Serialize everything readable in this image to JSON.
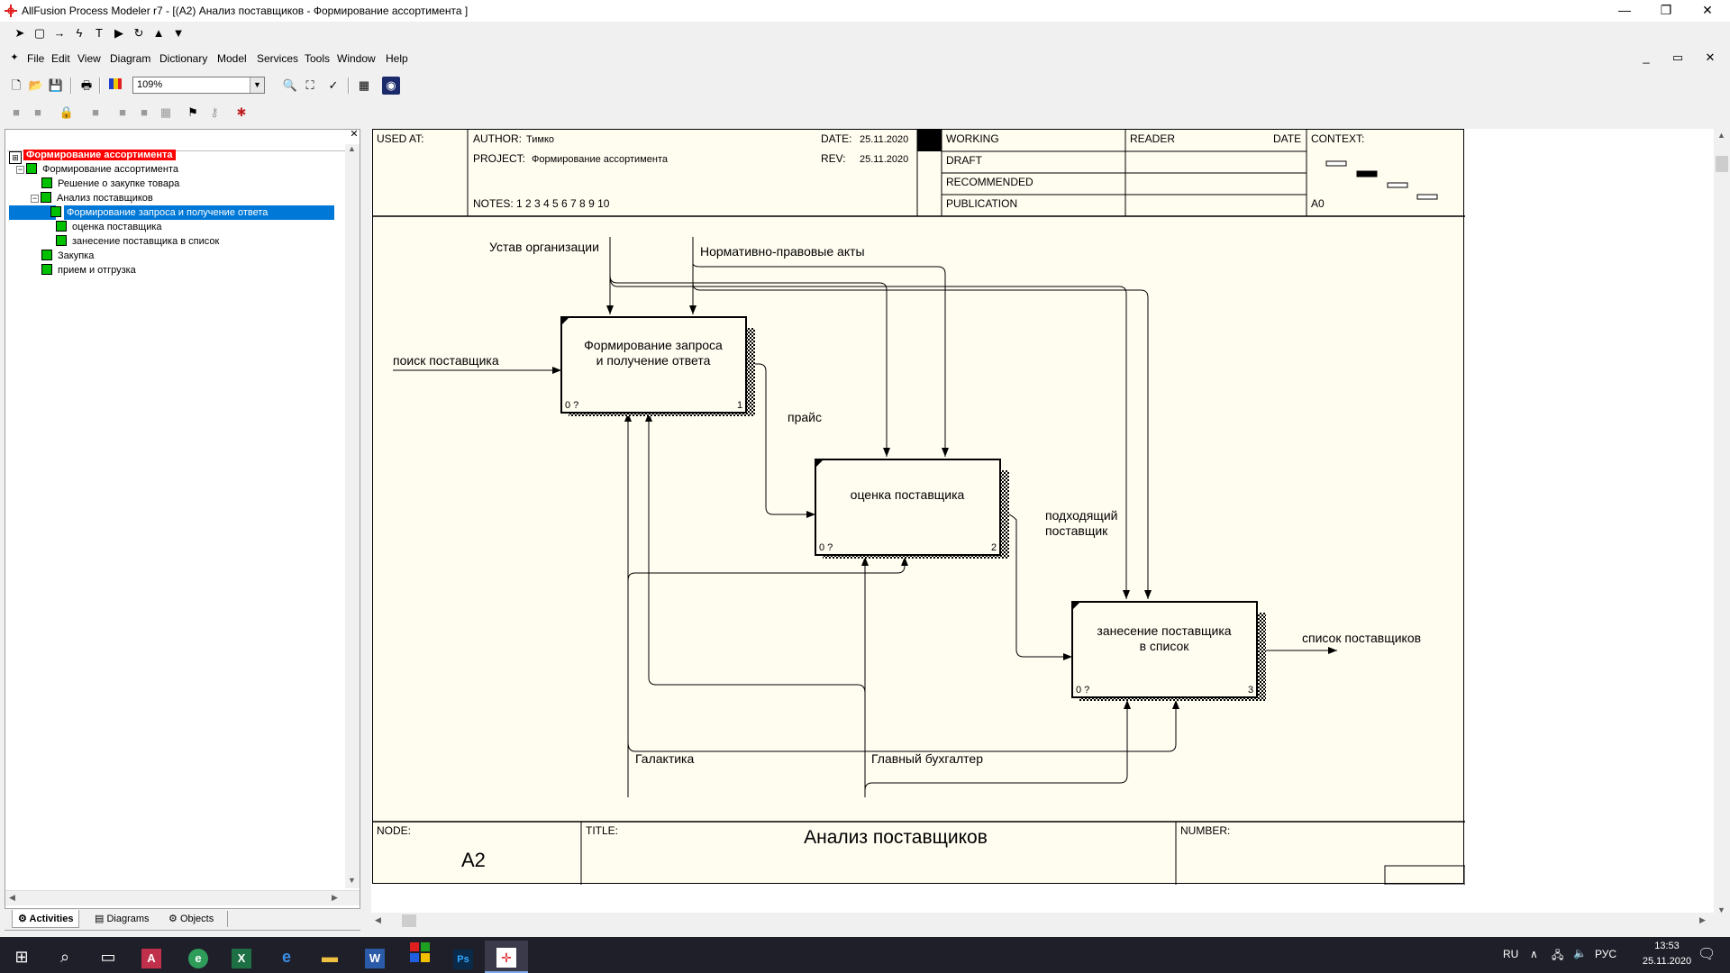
{
  "window": {
    "title": "AllFusion Process Modeler r7 - [(A2) Анализ поставщиков  - Формирование ассортимента ]",
    "minimize": "—",
    "restore": "❐",
    "close": "✕"
  },
  "menu": {
    "items": [
      {
        "label": "File"
      },
      {
        "label": "Edit"
      },
      {
        "label": "View"
      },
      {
        "label": "Diagram"
      },
      {
        "label": "Dictionary"
      },
      {
        "label": "Model"
      },
      {
        "label": "Services"
      },
      {
        "label": "Tools"
      },
      {
        "label": "Window"
      },
      {
        "label": "Help"
      }
    ],
    "mdi_min": "_",
    "mdi_restore": "▭",
    "mdi_close": "✕"
  },
  "toolbar": {
    "zoom": "109%"
  },
  "tree": {
    "root": "Формирование ассортимента",
    "items": [
      {
        "label": "Формирование ассортимента"
      },
      {
        "label": "Решение о закупке товара"
      },
      {
        "label": "Анализ поставщиков"
      },
      {
        "label": "Формирование запроса и получение ответа"
      },
      {
        "label": "оценка поставщика"
      },
      {
        "label": "занесение поставщика  в список"
      },
      {
        "label": "Закупка"
      },
      {
        "label": "прием и отгрузка"
      }
    ]
  },
  "panel_tabs": [
    {
      "label": "Activities"
    },
    {
      "label": "Diagrams"
    },
    {
      "label": "Objects"
    }
  ],
  "header": {
    "used_at": "USED AT:",
    "author_label": "AUTHOR:",
    "author": "Тимко",
    "project_label": "PROJECT:",
    "project": "Формирование ассортимента",
    "date_label": "DATE:",
    "date": "25.11.2020",
    "rev_label": "REV:",
    "rev": "25.11.2020",
    "notes": "NOTES:  1  2  3  4  5  6  7  8  9  10",
    "working": "WORKING",
    "draft": "DRAFT",
    "recommended": "RECOMMENDED",
    "publication": "PUBLICATION",
    "reader": "READER",
    "reader_date": "DATE",
    "context": "CONTEXT:",
    "context_node": "A0"
  },
  "boxes": [
    {
      "line1": "Формирование запроса",
      "line2": "и получение ответа",
      "cost": "0 ?",
      "num": "1"
    },
    {
      "line1": "оценка поставщика",
      "line2": "",
      "cost": "0 ?",
      "num": "2"
    },
    {
      "line1": "занесение поставщика",
      "line2": "в список",
      "cost": "0 ?",
      "num": "3"
    }
  ],
  "arrows": {
    "charter": "Устав организации",
    "legal": "Нормативно-правовые акты",
    "search": "поиск поставщика",
    "price": "прайс",
    "suitable1": "подходящий",
    "suitable2": "поставщик",
    "list": "список поставщиков",
    "galaktika": "Галактика",
    "accountant": "Главный бухгалтер"
  },
  "footer": {
    "node_label": "NODE:",
    "node": "A2",
    "title_label": "TITLE:",
    "title": "Анализ поставщиков",
    "number_label": "NUMBER:"
  },
  "taskbar": {
    "lang": "RU",
    "input": "РУС",
    "time": "13:53",
    "date": "25.11.2020"
  },
  "colors": {
    "canvas": "#fffcf0",
    "root_highlight": "#ff0000",
    "selection": "#0078d7",
    "node_green": "#00c000",
    "taskbar": "#1f1f2a"
  }
}
